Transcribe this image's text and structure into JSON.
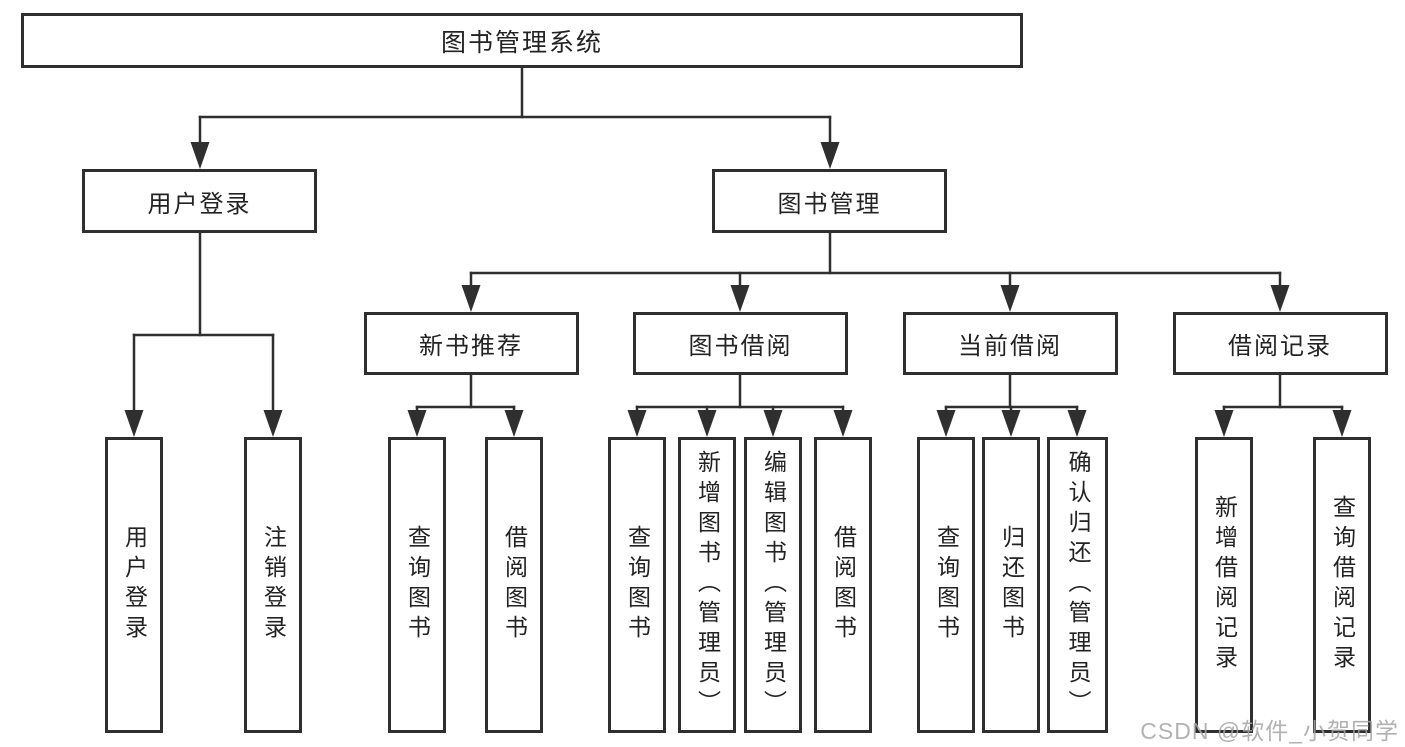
{
  "diagram": {
    "title_node": {
      "label": "图书管理系统"
    },
    "level2": [
      {
        "label": "用户登录"
      },
      {
        "label": "图书管理"
      }
    ],
    "level3": [
      {
        "label": "新书推荐"
      },
      {
        "label": "图书借阅"
      },
      {
        "label": "当前借阅"
      },
      {
        "label": "借阅记录"
      }
    ],
    "leaves": [
      {
        "label": "用户登录"
      },
      {
        "label": "注销登录"
      },
      {
        "label": "查询图书"
      },
      {
        "label": "借阅图书"
      },
      {
        "label": "查询图书"
      },
      {
        "label": "新增图书（管理员）"
      },
      {
        "label": "编辑图书（管理员）"
      },
      {
        "label": "借阅图书"
      },
      {
        "label": "查询图书"
      },
      {
        "label": "归还图书"
      },
      {
        "label": "确认归还（管理员）"
      },
      {
        "label": "新增借阅记录"
      },
      {
        "label": "查询借阅记录"
      }
    ],
    "colors": {
      "line": "#2f2f2f",
      "text": "#232323",
      "watermark": "#a5a5a5"
    }
  },
  "watermark": {
    "text": "CSDN @软件_小贺同学"
  }
}
